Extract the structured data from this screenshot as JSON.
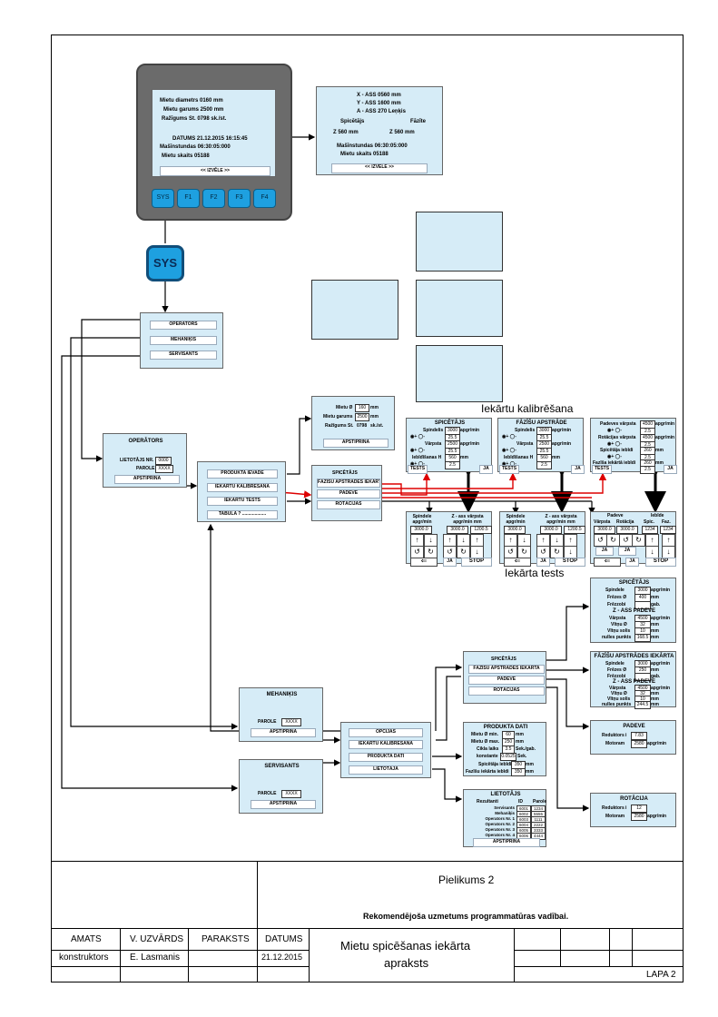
{
  "device": {
    "line1": "Mietu diametrs   0160   mm",
    "line2": "Mietu garums   2500   mm",
    "line3": "Ražīgums St.   0798  sk./st.",
    "line4": "DATUMS  21.12.2015    16:15:45",
    "line5": "Mašīnstundas   06:30:05:000",
    "line6": "Mietu skaits   05188",
    "select": "<<  IZVĒLE  >>",
    "keys": [
      "SYS",
      "F1",
      "F2",
      "F3",
      "F4"
    ]
  },
  "sys_key": "SYS",
  "axes_screen": {
    "l1": "X - ASS   0560   mm",
    "l2": "Y - ASS   1600   mm",
    "l3": "A - ASS     270   Leņķis",
    "spindle_h": "Spicētājs",
    "faze_h": "Fāzīte",
    "spindle_v": "Z    560    mm",
    "faze_v": "Z    560    mm",
    "l4": "Mašīnstundas   06:30:05:000",
    "l5": "Mietu skaits   05188",
    "select": "<<  IZVĒLE  >>"
  },
  "role_menu": [
    "OPERATORS",
    "MEHANIĶIS",
    "SERVISANTS"
  ],
  "operator_login": {
    "title": "OPERĀTORS",
    "user_lbl": "LIETOTĀJS NR.",
    "user_val": "0000",
    "pass_lbl": "PAROLE",
    "pass_val": "XXXX",
    "confirm": "APSTIPRINA"
  },
  "operator_menu": [
    "PRODUKTA IEVADE",
    "IEKĀRTU KALIBRĒŠANA",
    "IEKĀRTU TESTS",
    "TABULA ? ..................."
  ],
  "product_input": {
    "l1": "Mietu Ø",
    "v1": "160",
    "u1": "mm",
    "l2": "Mietu garums",
    "v2": "2500",
    "u2": "mm",
    "l3": "Ražīgums St.",
    "v3": "0798",
    "u3": "sk./st.",
    "confirm": "APSTIPRINA"
  },
  "calib_menu": [
    "SPICĒTĀJS",
    "FĀZĪŠU APSTRĀDES IEKĀRTA",
    "PADEVE",
    "ROTĀCIJAS"
  ],
  "calib_title": "Iekārtu kalibrēšana",
  "test_title": "Iekārta tests",
  "calib_spindle": {
    "title": "SPICĒTĀJS",
    "l1": "Spindelis",
    "v1": "3000",
    "u1": "apgr/min",
    "v1b": "25.5",
    "l2": "Vārpsta",
    "v2": "2500",
    "u2": "apgr/min",
    "v2b": "25.5",
    "l3": "Iebīdīšanas H",
    "v3": "560",
    "u3": "mm",
    "v3b": "2.5",
    "tests": "TESTS",
    "ja": "JA"
  },
  "calib_faze": {
    "title": "FĀZĪŠU APSTRĀDE",
    "l1": "Spindelis",
    "v1": "3000",
    "u1": "apgr/min",
    "v1b": "25.5",
    "l2": "Vārpsta",
    "v2": "2500",
    "u2": "apgr/min",
    "v2b": "25.5",
    "l3": "Iebīdīšanas H",
    "v3": "560",
    "u3": "mm",
    "v3b": "2.5",
    "tests": "TESTS",
    "ja": "JA"
  },
  "calib_feed": {
    "l1": "Padeves vārpsta",
    "v1": "4500",
    "u1": "apgr/min",
    "v1b": "2.5",
    "l2": "Rotācijas vārpsta",
    "v2": "4500",
    "u2": "apgr/min",
    "v2b": "2.5",
    "l3": "Spicētāja iebīdi",
    "v3": "260",
    "u3": "mm",
    "v3b": "2.5",
    "l4": "Fazīša iekārtā iebīdi",
    "v4": "260",
    "u4": "mm",
    "v4b": "2.5",
    "tests": "TESTS",
    "ja": "JA"
  },
  "test_spindle": {
    "h1": "Spindele apgr/min",
    "h2": "Z - ass vārpsta apgr/min   mm",
    "v1": "3000.0",
    "v2": "3000.0",
    "v3": "1200.5",
    "ja": "JA",
    "stop": "STOP"
  },
  "test_faze": {
    "h1": "Spindele apgr/min",
    "h2": "Z - ass vārpsta apgr/min   mm",
    "v1": "3000.0",
    "v2": "3000.0",
    "v3": "1200.5",
    "ja": "JA",
    "stop": "STOP"
  },
  "test_feed": {
    "h1": "Padeve",
    "h2": "Iebīde",
    "c1": "Vārpsta",
    "c2": "Rotācija",
    "c3": "Spic.",
    "c4": "Faz.",
    "v1": "3000.0",
    "v2": "3000.0",
    "v3": "1234",
    "v4": "1234",
    "ja": "JA",
    "ja2": "JA",
    "ja3": "JA",
    "stop": "STOP"
  },
  "mech_login": {
    "title": "MEHANIĶIS",
    "pass_lbl": "PAROLE",
    "pass_val": "XXXX",
    "confirm": "APSTIPRINA"
  },
  "serv_login": {
    "title": "SERVISANTS",
    "pass_lbl": "PAROLE",
    "pass_val": "XXXX",
    "confirm": "APSTIPRINA"
  },
  "mech_menu": [
    "OPCIJAS",
    "IEKĀRTU KALIBRĒŠANA",
    "PRODUKTA DATI",
    "LIETOTĀJA"
  ],
  "options_menu": [
    "SPICĒTĀJS",
    "FĀZĪŠU APSTRĀDES IEKĀRTA",
    "PADEVE",
    "ROTĀCIJAS"
  ],
  "product_data": {
    "title": "PRODUKTA DATI",
    "l1": "Mietu Ø min.",
    "v1": "60",
    "u1": "mm",
    "l2": "Mietu Ø max.",
    "v2": "250",
    "u2": "mm",
    "l3": "Cikla laiks",
    "v3": "3.5",
    "u3": "Sek./gab.",
    "l4": "konstante",
    "v4": "0.0525",
    "u4": "Sek.",
    "l5": "Spicētāja iebīdi",
    "v5": "350",
    "u5": "mm",
    "l6": "Fazīšu iekārta iebīdi",
    "v6": "350",
    "u6": "mm"
  },
  "users": {
    "title": "LIETOTĀJS",
    "h1": "Rezultanti",
    "h2": "ID",
    "h3": "Parole",
    "rows": [
      [
        "Servisants",
        "6001",
        "1234"
      ],
      [
        "Mehaniķis",
        "6002",
        "5555"
      ],
      [
        "Operators Nr. 1",
        "6003",
        "1111"
      ],
      [
        "Operators Nr. 2",
        "6004",
        "2222"
      ],
      [
        "Operators Nr. 3",
        "6005",
        "3333"
      ],
      [
        "Operators Nr. 4",
        "6006",
        "4444"
      ]
    ],
    "confirm": "APSTIPRINA"
  },
  "opt_spindle": {
    "title": "SPICĒTĀJS",
    "l1": "Spindele",
    "v1": "3000",
    "u1": "apgr/min",
    "l2": "Frēzes Ø",
    "v2": "400",
    "u2": "mm",
    "l3": "Frēzzobi",
    "v3": "",
    "u3": "gab.",
    "l4": "Z - ASS PADEVE",
    "l5": "Vārpsta",
    "v5": "4500",
    "u5": "apgr/min",
    "l6": "Vītņu Ø",
    "v6": "32",
    "u6": "mm",
    "l7": "Vītņu solis",
    "v7": "10",
    "u7": "mm",
    "l8": "nulles punkts",
    "v8": "168.5",
    "u8": "mm"
  },
  "opt_faze": {
    "title": "FĀZĪŠU APSTRĀDES IEKĀRTA",
    "l1": "Spindele",
    "v1": "3000",
    "u1": "apgr/min",
    "l2": "Frēzes Ø",
    "v2": "250",
    "u2": "mm",
    "l3": "Frēzzobi",
    "v3": "",
    "u3": "gab.",
    "l4": "Z - ASS PADEVE",
    "l5": "Vārpsta",
    "v5": "4500",
    "u5": "apgr/min",
    "l6": "Vītņu Ø",
    "v6": "32",
    "u6": "mm",
    "l7": "Vītņu solis",
    "v7": "10",
    "u7": "mm",
    "l8": "nulles punkts",
    "v8": "244.5",
    "u8": "mm"
  },
  "opt_feed": {
    "title": "PADEVE",
    "l1": "Reduktors",
    "i1": "i",
    "v1": "7.83",
    "l2": "Motoram",
    "v2": "2580",
    "u2": "apgr/min"
  },
  "opt_rot": {
    "title": "ROTĀCIJA",
    "l1": "Reduktors",
    "i1": "i",
    "v1": "12",
    "l2": "Motoram",
    "v2": "2580",
    "u2": "apgr/min"
  },
  "title_block": {
    "appendix": "Pielikums 2",
    "subtitle": "Rekomendējoša uzmetums programmatūras vadībai.",
    "h_amats": "AMATS",
    "h_uzvards": "V. UZVĀRDS",
    "h_paraksts": "PARAKSTS",
    "h_datums": "DATUMS",
    "amats": "konstruktors",
    "uzvards": "E. Lasmanis",
    "datums": "21.12.2015",
    "doc_title_1": "Mietu spicēšanas iekārta",
    "doc_title_2": "apraksts",
    "sheet": "LAPA 2"
  }
}
